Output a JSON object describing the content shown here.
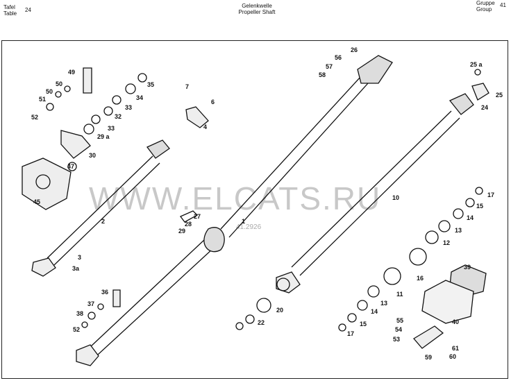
{
  "header": {
    "tafel": "Tafel",
    "table": "Table",
    "table_no": "24",
    "title_de": "Gelenkwelle",
    "title_en": "Propeller Shaft",
    "gruppe": "Gruppe",
    "group": "Group",
    "group_no": "41"
  },
  "watermark": {
    "text": "WWW.ELCATS.RU",
    "code": "41.2926"
  },
  "part_labels": [
    "1",
    "2",
    "3",
    "3a",
    "4",
    "6",
    "7",
    "10",
    "11",
    "12",
    "13",
    "13",
    "14",
    "14",
    "15",
    "15",
    "16",
    "17",
    "17",
    "20",
    "22",
    "24",
    "25",
    "25 a",
    "26",
    "27",
    "28",
    "29",
    "29 a",
    "30",
    "32",
    "33",
    "33",
    "34",
    "35",
    "36",
    "37",
    "38",
    "39",
    "40",
    "45",
    "47",
    "49",
    "50",
    "50",
    "51",
    "52",
    "52",
    "53",
    "54",
    "55",
    "56",
    "57",
    "58",
    "59",
    "60",
    "61"
  ]
}
